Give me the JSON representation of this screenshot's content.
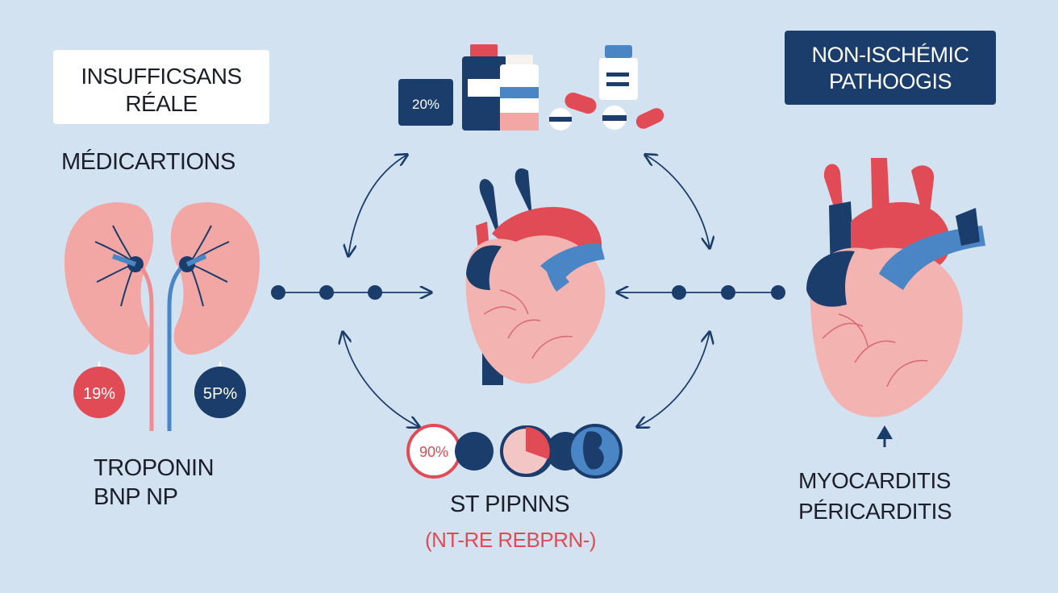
{
  "labels": {
    "insufficiency_line1": "INSUFFICSANS",
    "insufficiency_line2": "RÉALE",
    "medications": "MÉDICARTIONS",
    "troponin": "TROPONIN",
    "bnp": "BNP NP",
    "st_line": "ST PIPNNS",
    "nt_line": "(NT-RE REBPRN-)",
    "non_ischemic_line1": "NON-ISCHÉMIC",
    "non_ischemic_line2": "PATHOOGIS",
    "myocarditis": "MYOCARDITIS",
    "pericarditis": "PÉRICARDITIS"
  },
  "badges": {
    "kidney_left": "19%",
    "kidney_right": "5P%",
    "pill_box": "20%",
    "biomarker": "90%"
  },
  "colors": {
    "background": "#d3e2f1",
    "navy": "#1a3d6b",
    "red": "#e04b55",
    "pink": "#f2a7a5",
    "blue": "#4a86c5"
  },
  "icons": {
    "kidneys": "kidneys-icon",
    "central_heart": "heart-icon",
    "right_heart": "heart-icon",
    "medications": "pill-bottles-icon",
    "connections": "dot-connector-icon",
    "arrows": "curved-arrow-icon"
  }
}
